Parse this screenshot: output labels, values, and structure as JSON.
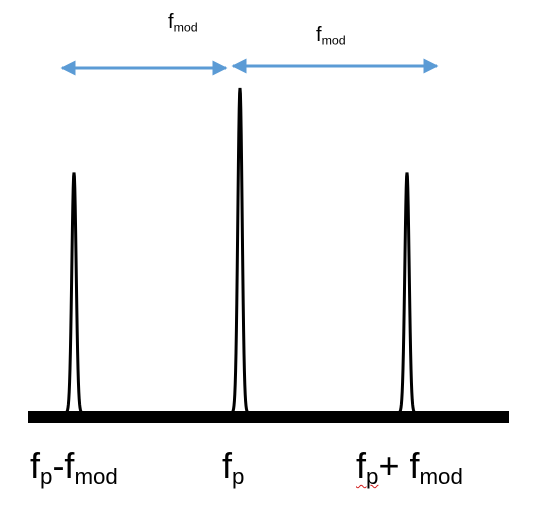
{
  "colors": {
    "arrow": "#5b9bd5",
    "line": "#000000",
    "background": "#ffffff",
    "spell_underline": "#d11a1a"
  },
  "arrows": {
    "left": {
      "main": "f",
      "sub": "mod"
    },
    "right": {
      "main": "f",
      "sub": "mod"
    }
  },
  "peaks": [
    {
      "position": "lower-sideband",
      "label_main": "f",
      "label_sub": "p",
      "label_mid": "-f",
      "label_sub2": "mod",
      "relative_height": 0.74
    },
    {
      "position": "carrier",
      "label_main": "f",
      "label_sub": "p",
      "relative_height": 1.0
    },
    {
      "position": "upper-sideband",
      "label_main": "f",
      "label_sub": "p",
      "label_mid": "+ f",
      "label_sub2": "mod",
      "relative_height": 0.74
    }
  ]
}
